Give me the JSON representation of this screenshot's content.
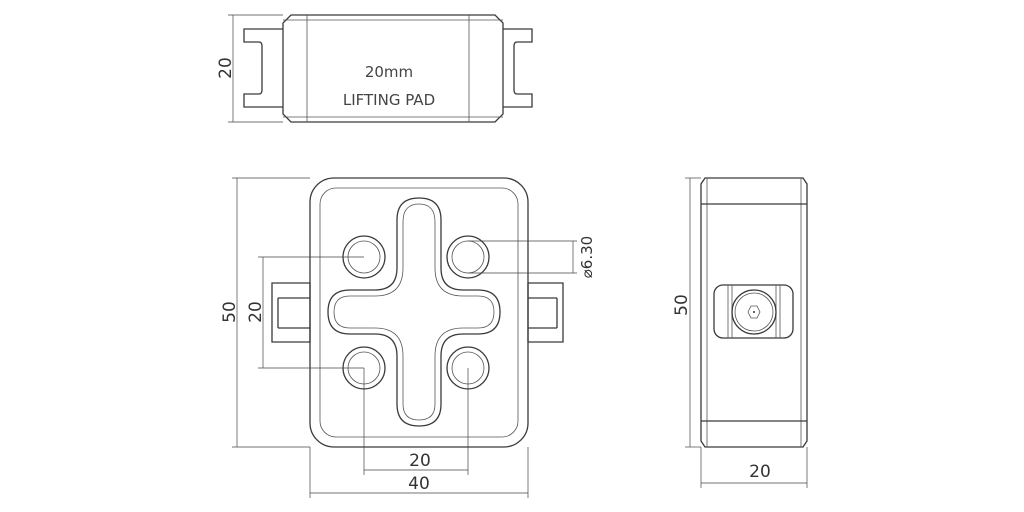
{
  "top_view": {
    "height_dim": "20",
    "label_size": "20mm",
    "label_name": "LIFTING PAD"
  },
  "front_view": {
    "height_dim": "50",
    "hole_spacing_vertical": "20",
    "hole_spacing_horizontal": "20",
    "width_dim": "40",
    "hole_diameter": "⌀6.30"
  },
  "side_view": {
    "height_dim": "50",
    "width_dim": "20"
  }
}
